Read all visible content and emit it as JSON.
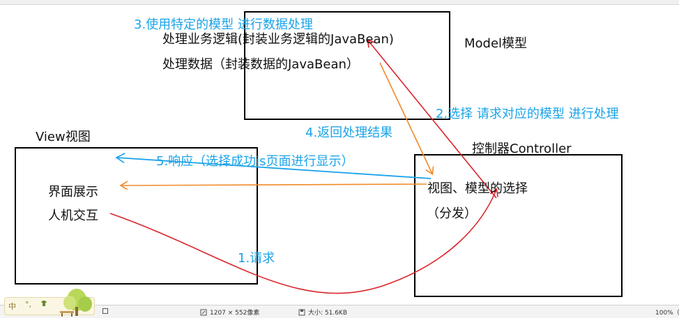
{
  "diagram": {
    "step3_label": "3.使用特定的模型 进行数据处理",
    "model_line1": "处理业务逻辑(封装业务逻辑的JavaBean)",
    "model_line2": "处理数据（封装数据的JavaBean）",
    "model_title": "Model模型",
    "step2_label": "2.选择 请求对应的模型 进行处理",
    "view_title": "View视图",
    "step4_label": "4.返回处理结果",
    "controller_title": "控制器Controller",
    "step5_label": "5.响应（选择成功js页面进行显示）",
    "view_line1": "界面展示",
    "view_line2": "人机交互",
    "controller_line1": "视图、模型的选择",
    "controller_line2": "（分发）",
    "step1_label": "1.请求",
    "colors": {
      "label_blue": "#1aa3e8",
      "arrow_red": "#d9252b",
      "arrow_orange": "#f08a2a",
      "arrow_blue": "#1aa3e8",
      "box_border": "#000000"
    }
  },
  "statusbar": {
    "dimensions": "1207 × 552像素",
    "filesize": "大小: 51.6KB",
    "zoom": "100%（",
    "dimensions_icon": "image-size-icon",
    "filesize_icon": "disk-icon"
  },
  "ime": {
    "lang": "中",
    "punct": "°,",
    "skin": "shirt-icon"
  }
}
